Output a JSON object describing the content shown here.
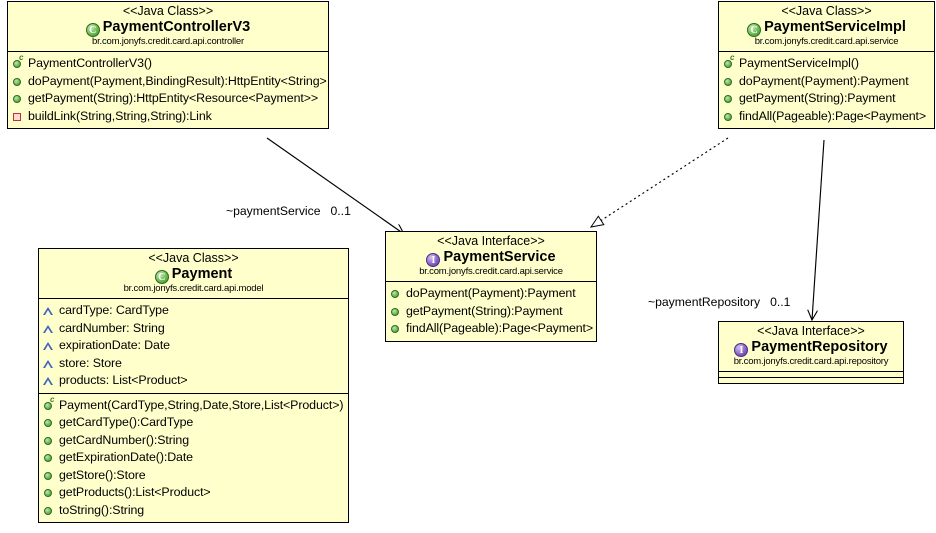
{
  "diagram": {
    "title": "UML Class Diagram",
    "background_color": "#ffffff",
    "box_fill_color": "#ffffcc",
    "box_border_color": "#000000",
    "class_icon_color": "#6cba50",
    "interface_icon_color": "#8a63c9",
    "public_member_color": "#6cba50",
    "private_member_color": "#c03030",
    "field_member_color": "#3a62c4"
  },
  "classes": {
    "payment_controller": {
      "stereotype": "<<Java Class>>",
      "name": "PaymentControllerV3",
      "icon": "java-class-icon",
      "package": "br.com.jonyfs.credit.card.api.controller",
      "members": [
        {
          "icon": "constructor-icon",
          "text": "PaymentControllerV3()"
        },
        {
          "icon": "public-method-icon",
          "text": "doPayment(Payment,BindingResult):HttpEntity<String>"
        },
        {
          "icon": "public-method-icon",
          "text": "getPayment(String):HttpEntity<Resource<Payment>>"
        },
        {
          "icon": "private-method-icon",
          "text": "buildLink(String,String,String):Link"
        }
      ]
    },
    "payment_service_impl": {
      "stereotype": "<<Java Class>>",
      "name": "PaymentServiceImpl",
      "icon": "java-class-icon",
      "package": "br.com.jonyfs.credit.card.api.service",
      "members": [
        {
          "icon": "constructor-icon",
          "text": "PaymentServiceImpl()"
        },
        {
          "icon": "public-method-icon",
          "text": "doPayment(Payment):Payment"
        },
        {
          "icon": "public-method-icon",
          "text": "getPayment(String):Payment"
        },
        {
          "icon": "public-method-icon",
          "text": "findAll(Pageable):Page<Payment>"
        }
      ]
    },
    "payment_service": {
      "stereotype": "<<Java Interface>>",
      "name": "PaymentService",
      "icon": "java-interface-icon",
      "package": "br.com.jonyfs.credit.card.api.service",
      "members": [
        {
          "icon": "public-method-icon",
          "text": "doPayment(Payment):Payment"
        },
        {
          "icon": "public-method-icon",
          "text": "getPayment(String):Payment"
        },
        {
          "icon": "public-method-icon",
          "text": "findAll(Pageable):Page<Payment>"
        }
      ]
    },
    "payment": {
      "stereotype": "<<Java Class>>",
      "name": "Payment",
      "icon": "java-class-icon",
      "package": "br.com.jonyfs.credit.card.api.model",
      "fields": [
        {
          "icon": "field-icon",
          "text": "cardType: CardType"
        },
        {
          "icon": "field-icon",
          "text": "cardNumber: String"
        },
        {
          "icon": "field-icon",
          "text": "expirationDate: Date"
        },
        {
          "icon": "field-icon",
          "text": "store: Store"
        },
        {
          "icon": "field-icon",
          "text": "products: List<Product>"
        }
      ],
      "members": [
        {
          "icon": "constructor-icon",
          "text": "Payment(CardType,String,Date,Store,List<Product>)"
        },
        {
          "icon": "public-method-icon",
          "text": "getCardType():CardType"
        },
        {
          "icon": "public-method-icon",
          "text": "getCardNumber():String"
        },
        {
          "icon": "public-method-icon",
          "text": "getExpirationDate():Date"
        },
        {
          "icon": "public-method-icon",
          "text": "getStore():Store"
        },
        {
          "icon": "public-method-icon",
          "text": "getProducts():List<Product>"
        },
        {
          "icon": "public-method-icon",
          "text": "toString():String"
        }
      ]
    },
    "payment_repository": {
      "stereotype": "<<Java Interface>>",
      "name": "PaymentRepository",
      "icon": "java-interface-icon",
      "package": "br.com.jonyfs.credit.card.api.repository",
      "members": []
    }
  },
  "connectors": {
    "controller_to_service": {
      "role": "~paymentService",
      "multiplicity": "0..1",
      "type": "association"
    },
    "impl_to_service": {
      "role": "",
      "multiplicity": "",
      "type": "realization"
    },
    "impl_to_repository": {
      "role": "~paymentRepository",
      "multiplicity": "0..1",
      "type": "association"
    }
  }
}
